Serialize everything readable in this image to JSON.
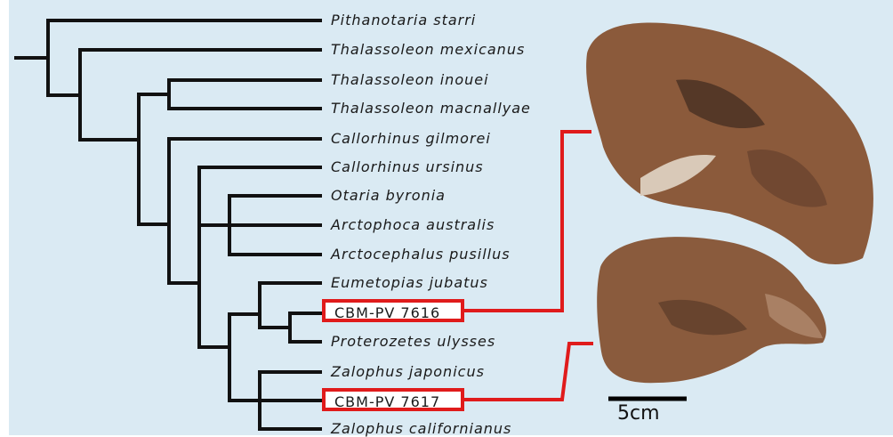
{
  "taxa": [
    "Pithanotaria starri",
    "Thalassoleon mexicanus",
    "Thalassoleon inouei",
    "Thalassoleon macnallyae",
    "Callorhinus gilmorei",
    "Callorhinus ursinus",
    "Otaria byronia",
    "Arctophoca australis",
    "Arctocephalus pusillus",
    "Eumetopias jubatus",
    "CBM-PV 7616",
    "Proterozetes ulysses",
    "Zalophus japonicus",
    "CBM-PV 7617",
    "Zalophus californianus"
  ],
  "highlighted_specimens": [
    "CBM-PV 7616",
    "CBM-PV 7617"
  ],
  "scale_bar": {
    "label": "5cm"
  },
  "colors": {
    "background": "#daeaf3",
    "tree": "#111111",
    "highlight": "#e01b1b",
    "fossil": "#8a5a3c"
  }
}
